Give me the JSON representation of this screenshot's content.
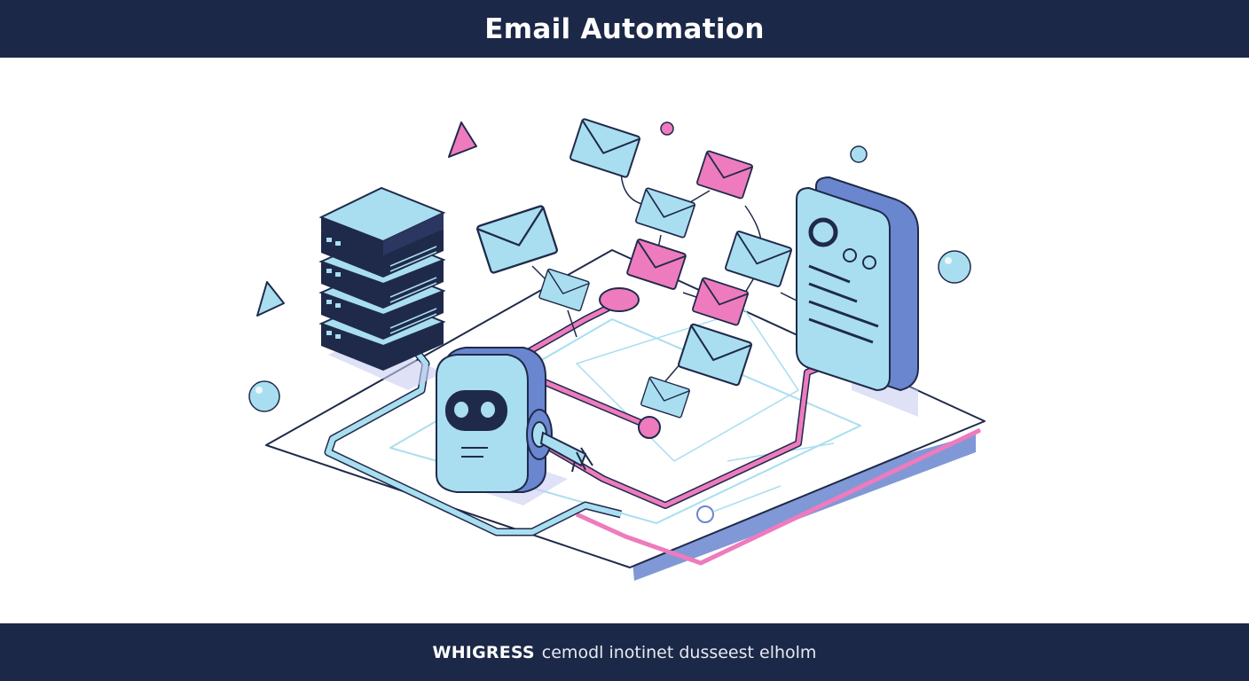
{
  "header": {
    "title": "Email Automation"
  },
  "footer": {
    "brand": "WHIGRESS",
    "tagline": "cemodl inotinet dusseest elholm"
  },
  "colors": {
    "navy": "#1c2847",
    "light_blue": "#a9def0",
    "mid_blue": "#6a86cf",
    "pink": "#ee7bbe",
    "outline": "#1f2a4a"
  },
  "illustration": {
    "icons": [
      "server-stack-icon",
      "robot-icon",
      "envelope-icon",
      "phone-icon",
      "triangle-icon",
      "bubble-icon"
    ]
  }
}
